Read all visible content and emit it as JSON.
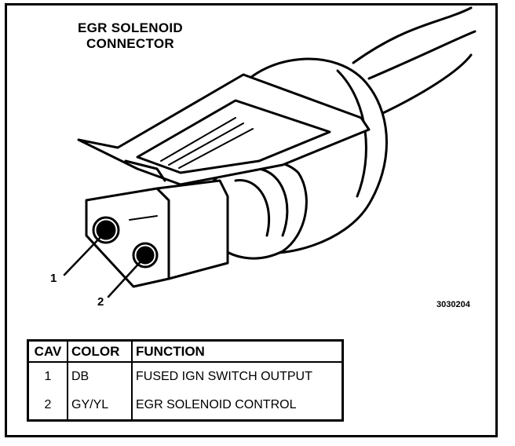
{
  "title": {
    "line1": "EGR SOLENOID",
    "line2": "CONNECTOR"
  },
  "figure_id": "3030204",
  "pin_labels": [
    "1",
    "2"
  ],
  "table": {
    "headers": [
      "CAV",
      "COLOR",
      "FUNCTION"
    ],
    "rows": [
      {
        "cav": "1",
        "color": "DB",
        "function": "FUSED IGN SWITCH OUTPUT"
      },
      {
        "cav": "2",
        "color": "GY/YL",
        "function": "EGR SOLENOID CONTROL"
      }
    ]
  }
}
